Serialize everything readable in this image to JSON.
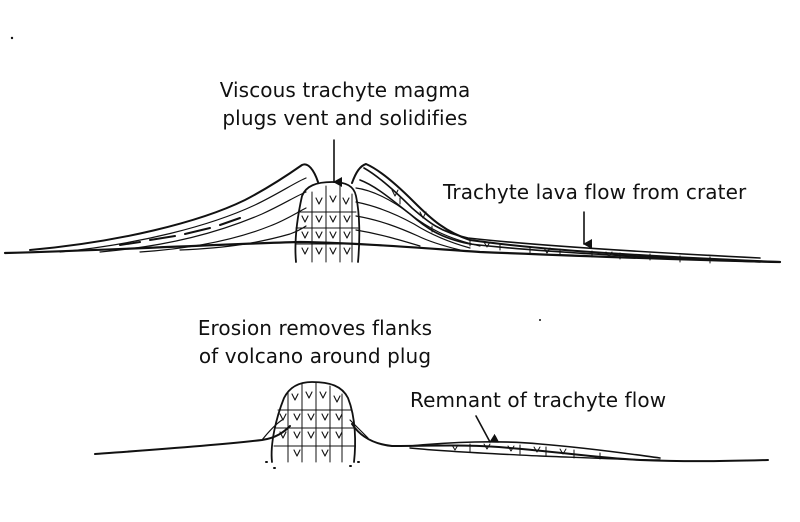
{
  "top_panel": {
    "plug_label_line1": "Viscous trachyte magma",
    "plug_label_line2": "plugs vent and solidifies",
    "flow_label": "Trachyte lava flow from crater"
  },
  "bottom_panel": {
    "erosion_label_line1": "Erosion removes flanks",
    "erosion_label_line2": "of volcano around plug",
    "remnant_label": "Remnant of trachyte flow"
  }
}
